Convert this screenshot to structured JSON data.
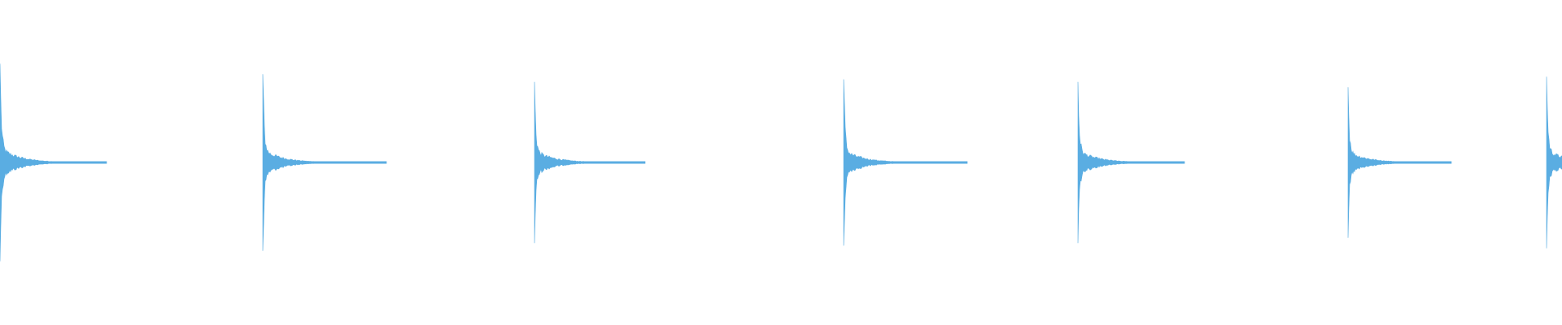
{
  "waveform": {
    "color": "#5aade2",
    "background": "#ffffff",
    "event_count": 7,
    "events": [
      {
        "time_fraction": 0.0,
        "peak_amplitude": 0.76,
        "duration_fraction": 0.068
      },
      {
        "time_fraction": 0.168,
        "peak_amplitude": 0.68,
        "duration_fraction": 0.079
      },
      {
        "time_fraction": 0.342,
        "peak_amplitude": 0.62,
        "duration_fraction": 0.071
      },
      {
        "time_fraction": 0.54,
        "peak_amplitude": 0.64,
        "duration_fraction": 0.079
      },
      {
        "time_fraction": 0.69,
        "peak_amplitude": 0.62,
        "duration_fraction": 0.068
      },
      {
        "time_fraction": 0.863,
        "peak_amplitude": 0.58,
        "duration_fraction": 0.066
      },
      {
        "time_fraction": 0.99,
        "peak_amplitude": 0.66,
        "duration_fraction": 0.01
      }
    ]
  }
}
